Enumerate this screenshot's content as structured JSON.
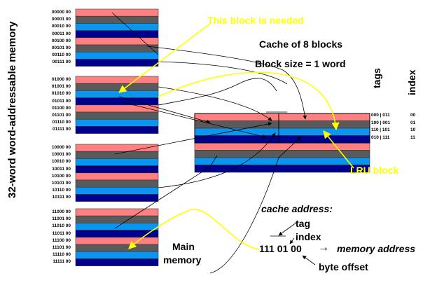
{
  "vertical_label": "32-word word-addressable memory",
  "memory_blocks": [
    {
      "addresses": [
        "00000 00",
        "00001 00",
        "00010 00",
        "00011 00",
        "00100 00",
        "00101 00",
        "00110 00",
        "00111 00"
      ]
    },
    {
      "addresses": [
        "01000 00",
        "01001 00",
        "01010 00",
        "01011 00",
        "01100 00",
        "01101 00",
        "01110 00",
        "01111 00"
      ]
    },
    {
      "addresses": [
        "10000 00",
        "10001 00",
        "10010 00",
        "10011 00",
        "10100 00",
        "10101 00",
        "10110 00",
        "10111 00"
      ]
    },
    {
      "addresses": [
        "11000 00",
        "11001 00",
        "11010 00",
        "11011 00",
        "11100 00",
        "11101 00",
        "11110 00",
        "11111 00"
      ]
    }
  ],
  "annotations": {
    "needed": "This block is needed",
    "lru": "LRU block",
    "cache_title": "Cache of 8 blocks",
    "block_size": "Block size = 1 word",
    "main_memory_line1": "Main",
    "main_memory_line2": "memory",
    "cache_address": "cache address:",
    "tag": "tag",
    "index": "index",
    "address_value": "111 01 00",
    "arrow": "→",
    "memory_address": "memory address",
    "byte_offset": "byte offset"
  },
  "cache_table": {
    "tags_header": "tags",
    "index_header": "index",
    "rows": [
      {
        "tag": "000 | 011",
        "index": "00"
      },
      {
        "tag": "100 | 001",
        "index": "01"
      },
      {
        "tag": "110 | 101",
        "index": "10"
      },
      {
        "tag": "010 | 111",
        "index": "11"
      }
    ]
  },
  "colors": {
    "pink": "#ff8080",
    "gray": "#5a5a5a",
    "light_blue": "#0a96f0",
    "dark_blue": "#00008c",
    "highlight": "#ffff00"
  }
}
